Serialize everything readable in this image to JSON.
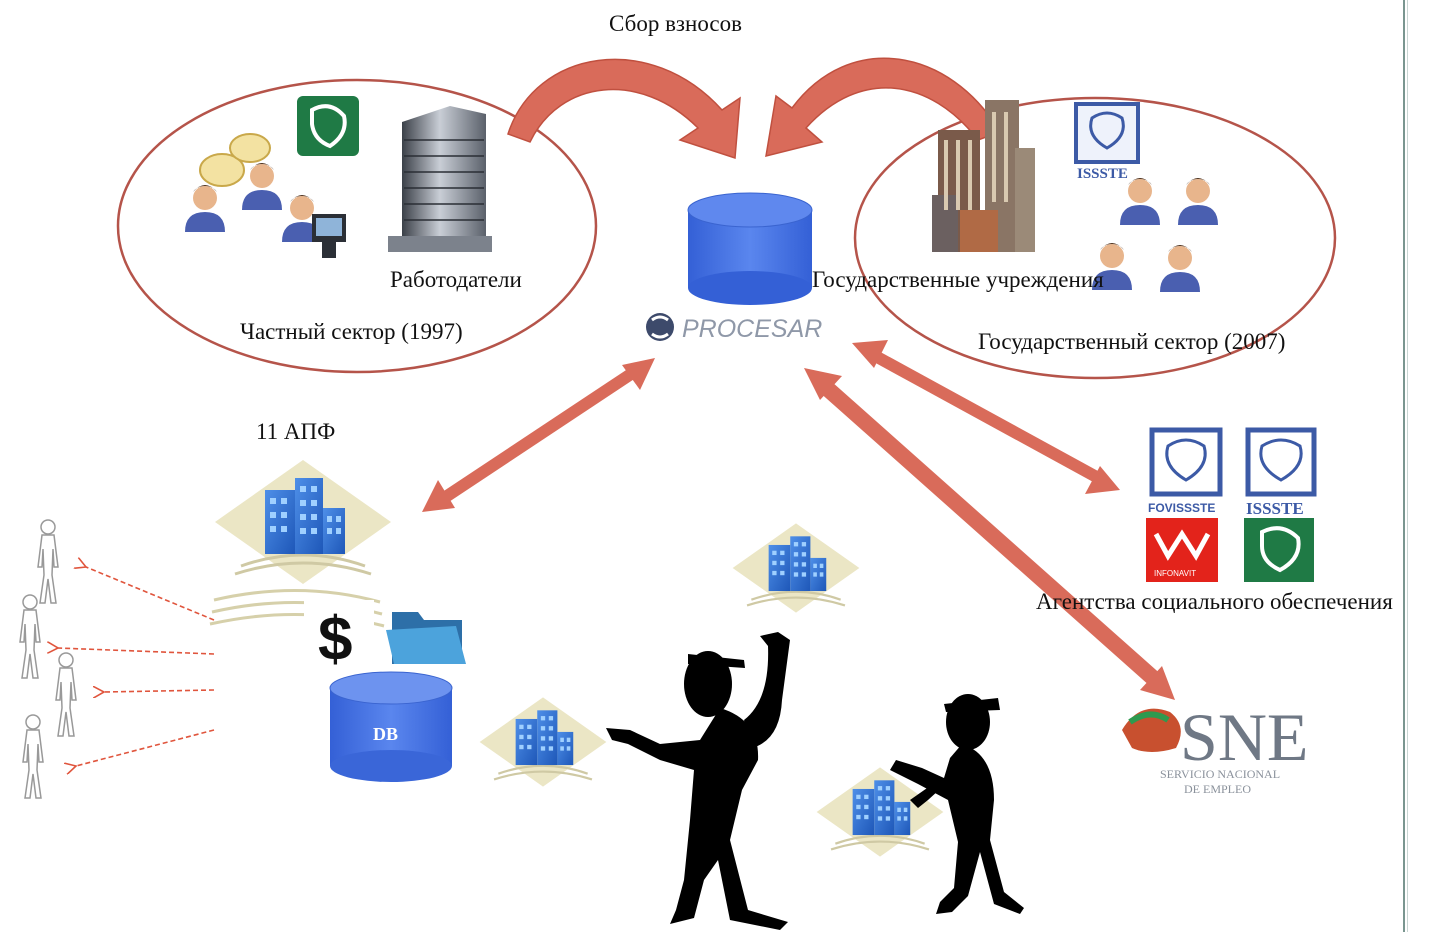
{
  "labels": {
    "collection": "Сбор взносов",
    "employers": "Работодатели",
    "private_sector": "Частный сектор (1997)",
    "gov_institutions": "Государственные учреждения",
    "public_sector": "Государственный сектор (2007)",
    "afores": "11 АПФ",
    "agencies": "Агентства социального обеспечения",
    "db": "DB",
    "dollar": "$"
  },
  "logos": {
    "procesar": "PROCESAR",
    "issste_top": "ISSSTE",
    "fovissste": "FOVISSSTE",
    "issste": "ISSSTE",
    "infonavit": "INFONAVIT",
    "sne": "SNE",
    "sne_line1": "SERVICIO NACIONAL",
    "sne_line2": "DE EMPLEO"
  },
  "colors": {
    "ellipse_stroke": "#b5544a",
    "arrow_fill": "#d96b5a",
    "cylinder": "#3f6fe0",
    "dashed_arrow": "#e0553d",
    "issste_blue": "#3c5aa6",
    "infonavit_red": "#e3231b",
    "imss_green": "#1f7a45"
  }
}
